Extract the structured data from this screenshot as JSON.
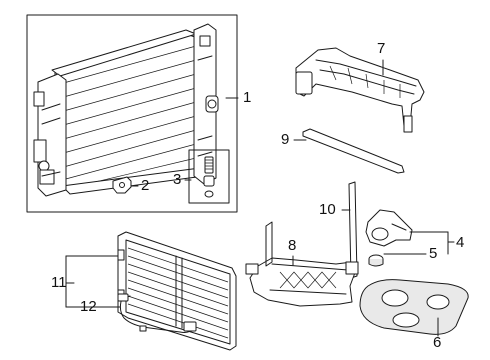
{
  "callouts": {
    "c1": "1",
    "c2": "2",
    "c3": "3",
    "c4": "4",
    "c5": "5",
    "c6": "6",
    "c7": "7",
    "c8": "8",
    "c9": "9",
    "c10": "10",
    "c11": "11",
    "c12": "12"
  },
  "colors": {
    "line": "#1a1a1a",
    "background": "#ffffff",
    "shade": "#e9e9e9"
  }
}
